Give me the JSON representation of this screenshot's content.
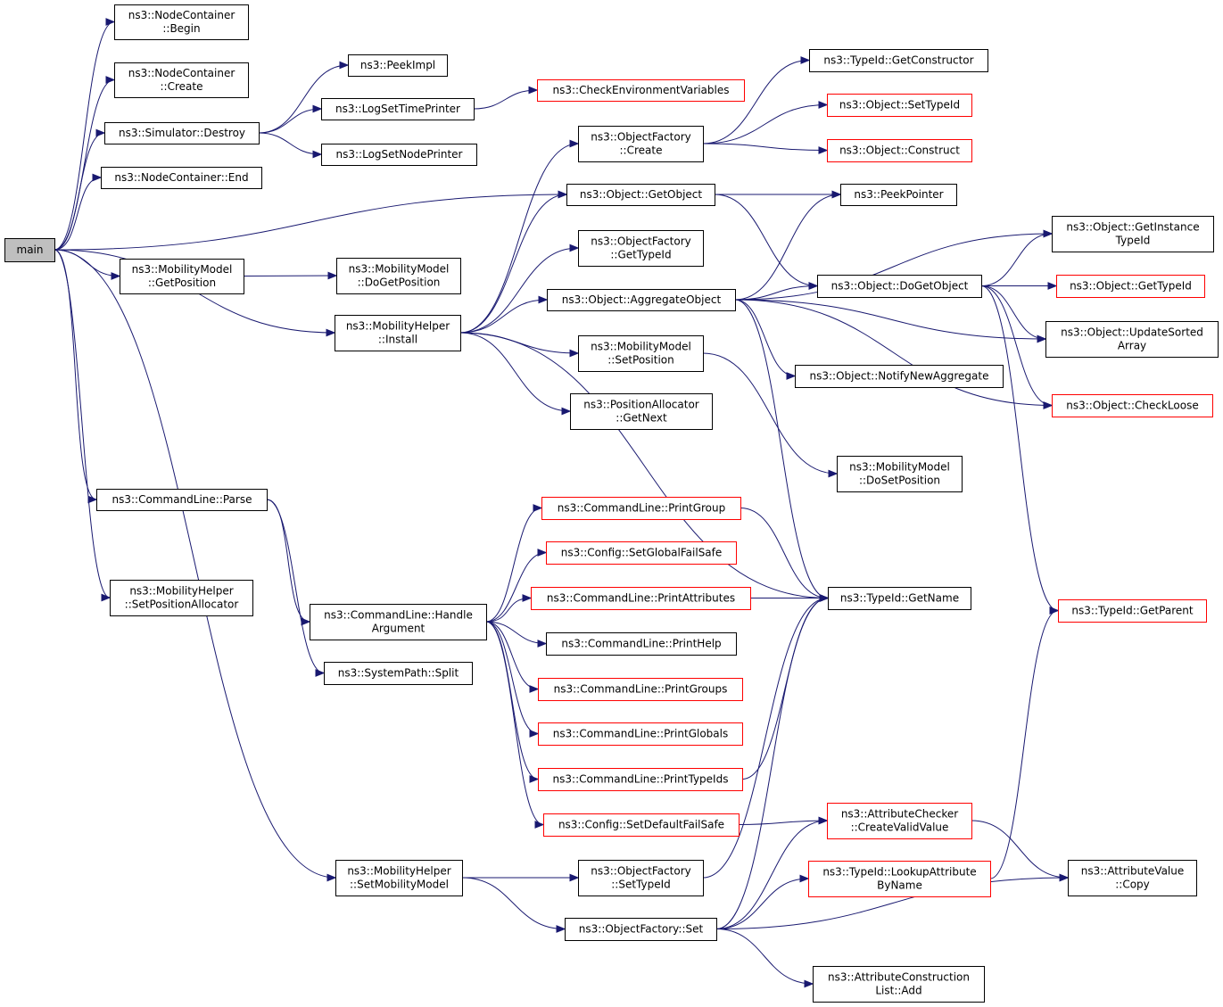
{
  "colors": {
    "edge": "#191970",
    "documented_border": "#000000",
    "undocumented_border": "#ff0000",
    "root_fill": "#bfbfbf",
    "node_fill": "#ffffff"
  },
  "nodes": [
    {
      "id": "main",
      "lines": [
        "main"
      ],
      "root": true,
      "red": false
    },
    {
      "id": "nc_begin",
      "lines": [
        "ns3::NodeContainer",
        "::Begin"
      ],
      "red": false
    },
    {
      "id": "nc_create",
      "lines": [
        "ns3::NodeContainer",
        "::Create"
      ],
      "red": false
    },
    {
      "id": "sim_destroy",
      "lines": [
        "ns3::Simulator::Destroy"
      ],
      "red": false
    },
    {
      "id": "nc_end",
      "lines": [
        "ns3::NodeContainer::End"
      ],
      "red": false
    },
    {
      "id": "mm_getpos",
      "lines": [
        "ns3::MobilityModel",
        "::GetPosition"
      ],
      "red": false
    },
    {
      "id": "mh_install",
      "lines": [
        "ns3::MobilityHelper",
        "::Install"
      ],
      "red": false
    },
    {
      "id": "cl_parse",
      "lines": [
        "ns3::CommandLine::Parse"
      ],
      "red": false
    },
    {
      "id": "mh_setposalloc",
      "lines": [
        "ns3::MobilityHelper",
        "::SetPositionAllocator"
      ],
      "red": false
    },
    {
      "id": "peekimpl",
      "lines": [
        "ns3::PeekImpl"
      ],
      "red": false
    },
    {
      "id": "logsettime",
      "lines": [
        "ns3::LogSetTimePrinter"
      ],
      "red": false
    },
    {
      "id": "logsetnode",
      "lines": [
        "ns3::LogSetNodePrinter"
      ],
      "red": false
    },
    {
      "id": "checkenv",
      "lines": [
        "ns3::CheckEnvironmentVariables"
      ],
      "red": true
    },
    {
      "id": "mm_dogetpos",
      "lines": [
        "ns3::MobilityModel",
        "::DoGetPosition"
      ],
      "red": false
    },
    {
      "id": "of_create",
      "lines": [
        "ns3::ObjectFactory",
        "::Create"
      ],
      "red": false
    },
    {
      "id": "obj_getobject",
      "lines": [
        "ns3::Object::GetObject"
      ],
      "red": false
    },
    {
      "id": "of_gettypeid",
      "lines": [
        "ns3::ObjectFactory",
        "::GetTypeId"
      ],
      "red": false
    },
    {
      "id": "obj_aggregate",
      "lines": [
        "ns3::Object::AggregateObject"
      ],
      "red": false
    },
    {
      "id": "mm_setpos",
      "lines": [
        "ns3::MobilityModel",
        "::SetPosition"
      ],
      "red": false
    },
    {
      "id": "pa_getnext",
      "lines": [
        "ns3::PositionAllocator",
        "::GetNext"
      ],
      "red": false
    },
    {
      "id": "tid_getconstructor",
      "lines": [
        "ns3::TypeId::GetConstructor"
      ],
      "red": false
    },
    {
      "id": "obj_settypeid",
      "lines": [
        "ns3::Object::SetTypeId"
      ],
      "red": true
    },
    {
      "id": "obj_construct",
      "lines": [
        "ns3::Object::Construct"
      ],
      "red": true
    },
    {
      "id": "peekpointer",
      "lines": [
        "ns3::PeekPointer"
      ],
      "red": false
    },
    {
      "id": "obj_dogetobject",
      "lines": [
        "ns3::Object::DoGetObject"
      ],
      "red": false
    },
    {
      "id": "obj_notify",
      "lines": [
        "ns3::Object::NotifyNewAggregate"
      ],
      "red": false
    },
    {
      "id": "mm_dosetpos",
      "lines": [
        "ns3::MobilityModel",
        "::DoSetPosition"
      ],
      "red": false
    },
    {
      "id": "obj_getinstance",
      "lines": [
        "ns3::Object::GetInstance",
        "TypeId"
      ],
      "red": false
    },
    {
      "id": "obj_gettypeid",
      "lines": [
        "ns3::Object::GetTypeId"
      ],
      "red": true
    },
    {
      "id": "obj_updatesorted",
      "lines": [
        "ns3::Object::UpdateSorted",
        "Array"
      ],
      "red": false
    },
    {
      "id": "obj_checkloose",
      "lines": [
        "ns3::Object::CheckLoose"
      ],
      "red": true
    },
    {
      "id": "cl_handlearg",
      "lines": [
        "ns3::CommandLine::Handle",
        "Argument"
      ],
      "red": false
    },
    {
      "id": "sp_split",
      "lines": [
        "ns3::SystemPath::Split"
      ],
      "red": false
    },
    {
      "id": "cl_printgroup",
      "lines": [
        "ns3::CommandLine::PrintGroup"
      ],
      "red": true
    },
    {
      "id": "cfg_setglobalfs",
      "lines": [
        "ns3::Config::SetGlobalFailSafe"
      ],
      "red": true
    },
    {
      "id": "cl_printattrs",
      "lines": [
        "ns3::CommandLine::PrintAttributes"
      ],
      "red": true
    },
    {
      "id": "cl_printhelp",
      "lines": [
        "ns3::CommandLine::PrintHelp"
      ],
      "red": false
    },
    {
      "id": "cl_printgroups",
      "lines": [
        "ns3::CommandLine::PrintGroups"
      ],
      "red": true
    },
    {
      "id": "cl_printglobals",
      "lines": [
        "ns3::CommandLine::PrintGlobals"
      ],
      "red": true
    },
    {
      "id": "cl_printtypeids",
      "lines": [
        "ns3::CommandLine::PrintTypeIds"
      ],
      "red": true
    },
    {
      "id": "cfg_setdefaultfs",
      "lines": [
        "ns3::Config::SetDefaultFailSafe"
      ],
      "red": true
    },
    {
      "id": "tid_getname",
      "lines": [
        "ns3::TypeId::GetName"
      ],
      "red": false
    },
    {
      "id": "tid_getparent",
      "lines": [
        "ns3::TypeId::GetParent"
      ],
      "red": true
    },
    {
      "id": "mh_setmobmodel",
      "lines": [
        "ns3::MobilityHelper",
        "::SetMobilityModel"
      ],
      "red": false
    },
    {
      "id": "of_settypeid",
      "lines": [
        "ns3::ObjectFactory",
        "::SetTypeId"
      ],
      "red": false
    },
    {
      "id": "of_set",
      "lines": [
        "ns3::ObjectFactory::Set"
      ],
      "red": false
    },
    {
      "id": "ac_createvalid",
      "lines": [
        "ns3::AttributeChecker",
        "::CreateValidValue"
      ],
      "red": true
    },
    {
      "id": "tid_lookupattr",
      "lines": [
        "ns3::TypeId::LookupAttribute",
        "ByName"
      ],
      "red": true
    },
    {
      "id": "av_copy",
      "lines": [
        "ns3::AttributeValue",
        "::Copy"
      ],
      "red": false
    },
    {
      "id": "acl_add",
      "lines": [
        "ns3::AttributeConstruction",
        "List::Add"
      ],
      "red": false
    }
  ],
  "edges": [
    [
      "main",
      "nc_begin"
    ],
    [
      "main",
      "nc_create"
    ],
    [
      "main",
      "sim_destroy"
    ],
    [
      "main",
      "nc_end"
    ],
    [
      "main",
      "obj_getobject"
    ],
    [
      "main",
      "mm_getpos"
    ],
    [
      "main",
      "mh_install"
    ],
    [
      "main",
      "cl_parse"
    ],
    [
      "main",
      "mh_setposalloc"
    ],
    [
      "main",
      "mh_setmobmodel"
    ],
    [
      "sim_destroy",
      "peekimpl"
    ],
    [
      "sim_destroy",
      "logsettime"
    ],
    [
      "sim_destroy",
      "logsetnode"
    ],
    [
      "logsettime",
      "checkenv"
    ],
    [
      "mm_getpos",
      "mm_dogetpos"
    ],
    [
      "mh_install",
      "of_create"
    ],
    [
      "mh_install",
      "obj_getobject"
    ],
    [
      "mh_install",
      "of_gettypeid"
    ],
    [
      "mh_install",
      "obj_aggregate"
    ],
    [
      "mh_install",
      "mm_setpos"
    ],
    [
      "mh_install",
      "pa_getnext"
    ],
    [
      "mh_install",
      "tid_getname"
    ],
    [
      "of_create",
      "tid_getconstructor"
    ],
    [
      "of_create",
      "obj_settypeid"
    ],
    [
      "of_create",
      "obj_construct"
    ],
    [
      "obj_getobject",
      "peekpointer"
    ],
    [
      "obj_getobject",
      "obj_dogetobject"
    ],
    [
      "obj_aggregate",
      "peekpointer"
    ],
    [
      "obj_aggregate",
      "obj_dogetobject"
    ],
    [
      "obj_aggregate",
      "obj_getinstance"
    ],
    [
      "obj_aggregate",
      "obj_updatesorted"
    ],
    [
      "obj_aggregate",
      "obj_notify"
    ],
    [
      "obj_aggregate",
      "obj_checkloose"
    ],
    [
      "obj_aggregate",
      "tid_getname"
    ],
    [
      "obj_dogetobject",
      "obj_getinstance"
    ],
    [
      "obj_dogetobject",
      "obj_gettypeid"
    ],
    [
      "obj_dogetobject",
      "obj_updatesorted"
    ],
    [
      "obj_dogetobject",
      "obj_checkloose"
    ],
    [
      "obj_dogetobject",
      "tid_getparent"
    ],
    [
      "mm_setpos",
      "mm_dosetpos"
    ],
    [
      "cl_parse",
      "cl_handlearg"
    ],
    [
      "cl_parse",
      "sp_split"
    ],
    [
      "cl_handlearg",
      "cl_printgroup"
    ],
    [
      "cl_handlearg",
      "cfg_setglobalfs"
    ],
    [
      "cl_handlearg",
      "cl_printattrs"
    ],
    [
      "cl_handlearg",
      "cl_printhelp"
    ],
    [
      "cl_handlearg",
      "cl_printgroups"
    ],
    [
      "cl_handlearg",
      "cl_printglobals"
    ],
    [
      "cl_handlearg",
      "cl_printtypeids"
    ],
    [
      "cl_handlearg",
      "cfg_setdefaultfs"
    ],
    [
      "cl_printgroup",
      "tid_getname"
    ],
    [
      "cl_printattrs",
      "tid_getname"
    ],
    [
      "cl_printtypeids",
      "tid_getname"
    ],
    [
      "cfg_setdefaultfs",
      "ac_createvalid"
    ],
    [
      "mh_setmobmodel",
      "of_settypeid"
    ],
    [
      "mh_setmobmodel",
      "of_set"
    ],
    [
      "of_settypeid",
      "tid_getname"
    ],
    [
      "of_set",
      "ac_createvalid"
    ],
    [
      "of_set",
      "tid_lookupattr"
    ],
    [
      "of_set",
      "av_copy"
    ],
    [
      "of_set",
      "acl_add"
    ],
    [
      "of_set",
      "tid_getname"
    ],
    [
      "ac_createvalid",
      "av_copy"
    ],
    [
      "tid_lookupattr",
      "tid_getparent"
    ]
  ]
}
